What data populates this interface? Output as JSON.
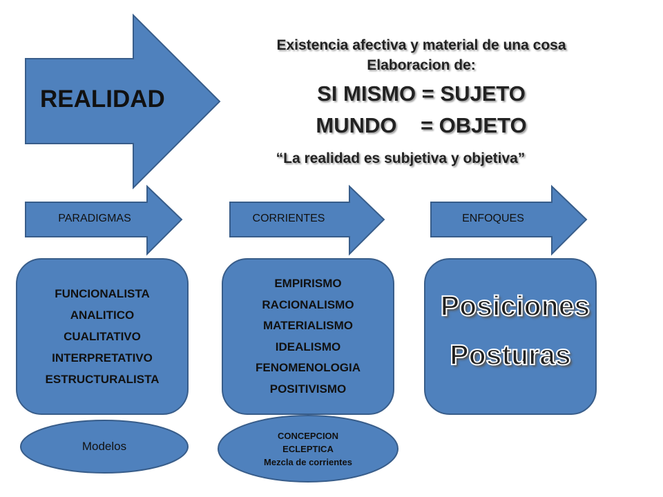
{
  "colors": {
    "shape_fill": "#4f81bd",
    "shape_stroke": "#385d8a",
    "text": "#111111"
  },
  "main_arrow": {
    "label": "REALIDAD"
  },
  "header": {
    "line1": "Existencia afectiva y material de una cosa",
    "line2": "Elaboracion de:",
    "line3": "SI MISMO = SUJETO",
    "line4": "MUNDO    = OBJETO",
    "quote": "“La realidad es subjetiva y objetiva”"
  },
  "arrows": [
    {
      "label": "PARADIGMAS"
    },
    {
      "label": "CORRIENTES"
    },
    {
      "label": "ENFOQUES"
    }
  ],
  "boxes": {
    "paradigmas": [
      "FUNCIONALISTA",
      "ANALITICO",
      "CUALITATIVO",
      "INTERPRETATIVO",
      "ESTRUCTURALISTA"
    ],
    "corrientes": [
      "EMPIRISMO",
      "RACIONALISMO",
      "MATERIALISMO",
      "IDEALISMO",
      "FENOMENOLOGIA",
      "POSITIVISMO"
    ],
    "enfoques": [
      "Posiciones",
      "Posturas"
    ]
  },
  "ovals": {
    "modelos": "Modelos",
    "concepcion": [
      "CONCEPCION",
      "ECLEPTICA",
      "Mezcla de corrientes"
    ]
  }
}
